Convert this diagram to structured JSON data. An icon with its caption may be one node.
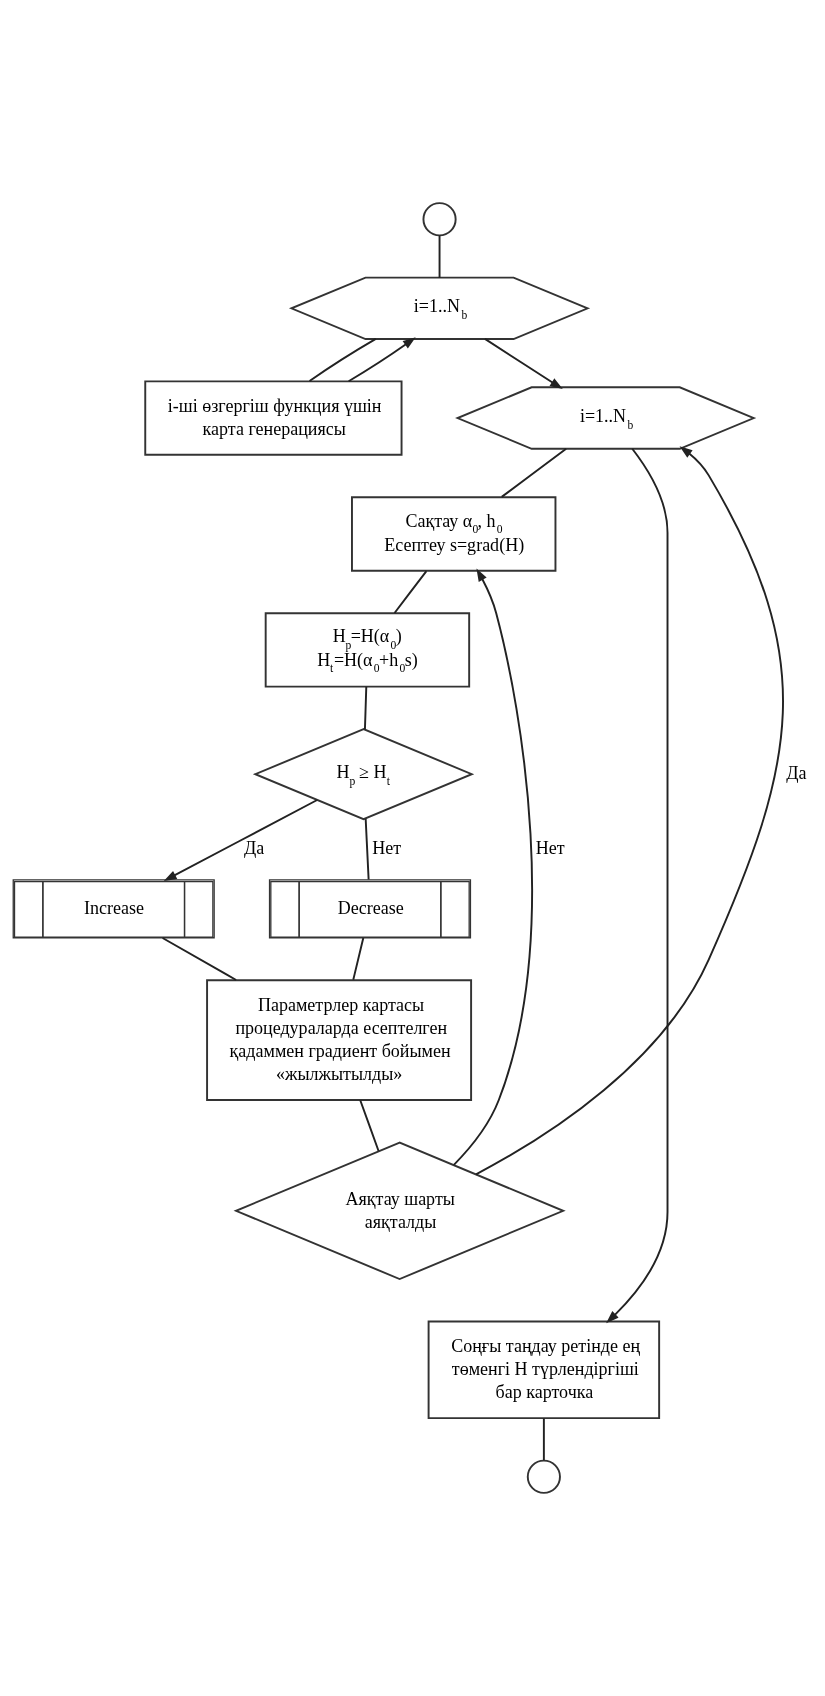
{
  "diagram": {
    "nodes": [
      {
        "text": [],
        "shape": "circle"
      },
      {
        "text": [
          "i=1..N$_{b}$"
        ]
      },
      {
        "text": [
          "i-ші өзгергіш функция үшін карта генерациясы"
        ]
      },
      {
        "text": [
          "i=1..N$_{b}$"
        ]
      },
      {
        "text": [
          "Сақтау α$_{0}$, h$_{0}$ Есептеу s=grad(H)"
        ]
      },
      {
        "text": [
          "H$_{p}$=H(α$_{0}$) H$_{t}$=H(α$_{0}$+h$_{0}$s)"
        ]
      },
      {
        "text": [
          "H$_{p}$ ≥ H$_{t}$"
        ]
      },
      {
        "text": [
          "Increase"
        ]
      },
      {
        "text": [
          "Decrease"
        ]
      },
      {
        "text": [
          "Параметрлер картасы процедураларда есептелген қадаммен градиент бойымен «жылжытылды»"
        ]
      },
      {
        "text": [
          "Аяқтау шарты аяқталды"
        ]
      },
      {
        "text": [
          "Соңғы таңдау ретінде ең төменгі H түрлендіргіші бар карточка"
        ]
      },
      {
        "text": [],
        "shape": "circle"
      }
    ],
    "edges": [
      {
        "from": 0,
        "to": 1,
        "arrow": "none"
      },
      {
        "from": 1,
        "to": 2,
        "arrow": "none"
      },
      {
        "from": 2,
        "to": 1,
        "arrow": "to"
      },
      {
        "from": 1,
        "to": 3,
        "arrow": "to"
      },
      {
        "from": 3,
        "to": 4,
        "arrow": "none"
      },
      {
        "from": 4,
        "to": 5,
        "arrow": "none"
      },
      {
        "from": 5,
        "to": 6,
        "arrow": "none"
      },
      {
        "from": 6,
        "to": 7,
        "label": "Да",
        "arrow": "to"
      },
      {
        "from": 6,
        "to": 8,
        "label": "Нет",
        "arrow": "none"
      },
      {
        "from": 7,
        "to": 9,
        "arrow": "none"
      },
      {
        "from": 8,
        "to": 9,
        "arrow": "none"
      },
      {
        "from": 9,
        "to": 10,
        "arrow": "none"
      },
      {
        "from": 10,
        "to": 4,
        "label": "Нет",
        "arrow": "to"
      },
      {
        "from": 10,
        "to": 3,
        "label": "Да",
        "arrow": "to"
      },
      {
        "from": 3,
        "to": 11,
        "arrow": "to"
      },
      {
        "from": 11,
        "to": 12,
        "arrow": "none"
      }
    ]
  }
}
